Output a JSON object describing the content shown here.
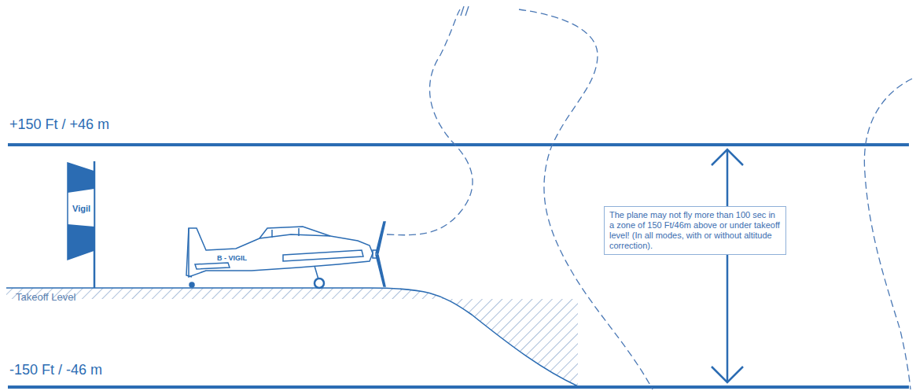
{
  "diagram": {
    "nodes": [
      {
        "text": [
          "The plane may not fly more than 100 sec in a zone of 150 Ft/46m above or under takeoff level! (In all modes, with or without altitude correction)."
        ]
      }
    ],
    "labels": [
      "+150 Ft / +46 m",
      "-150 Ft / -46 m",
      "Takeoff Level",
      "Vigil",
      "B - VIGIL"
    ]
  }
}
